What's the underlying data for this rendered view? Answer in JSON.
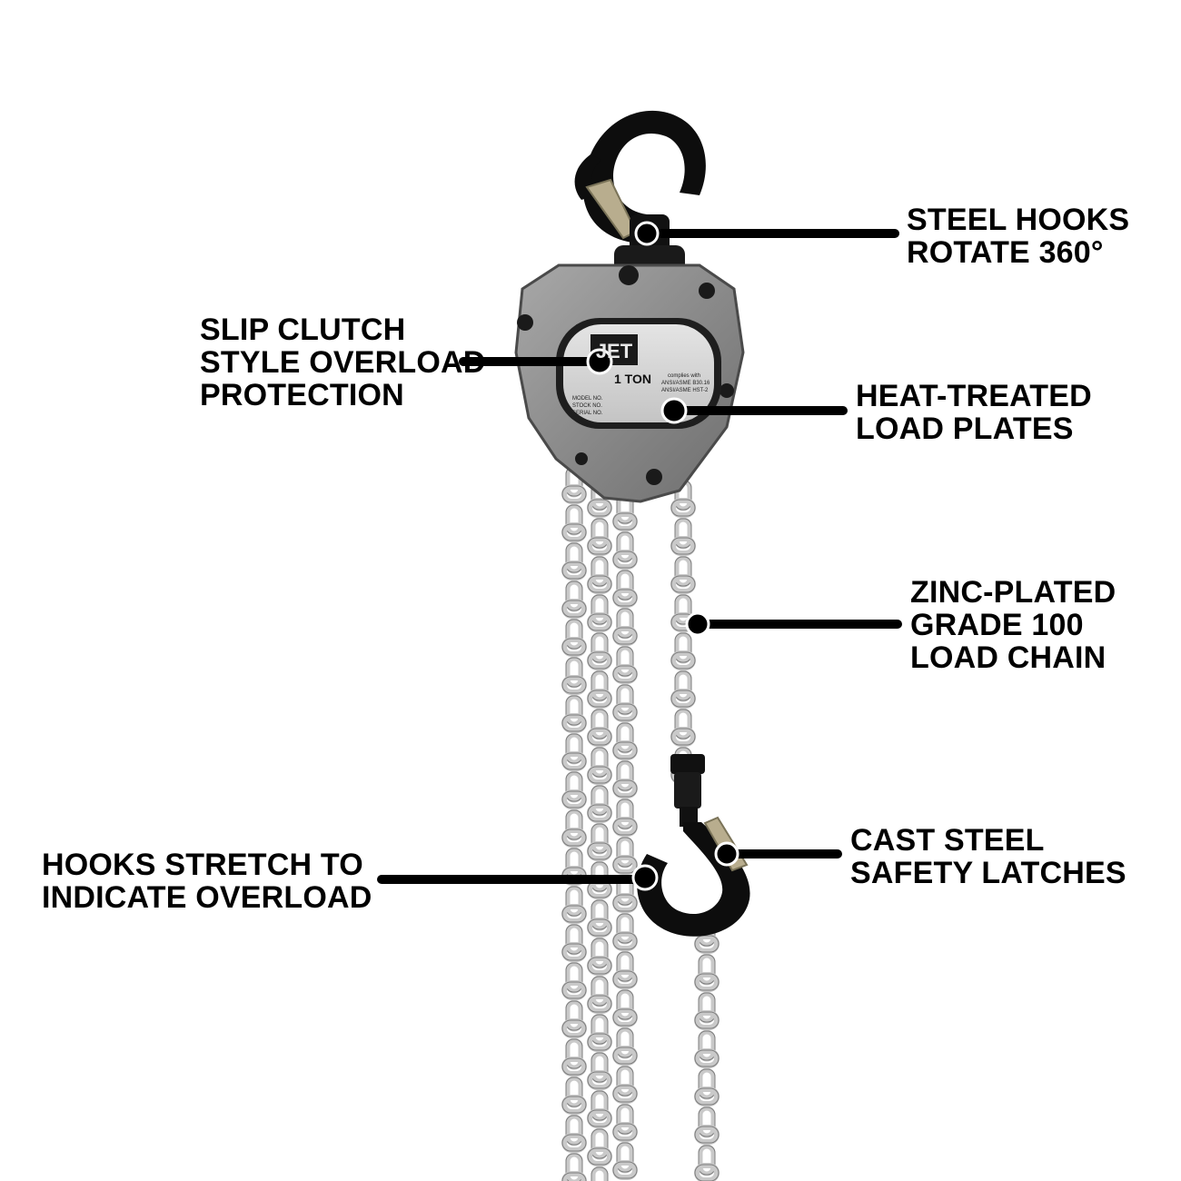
{
  "colors": {
    "background": "#ffffff",
    "callout": "#000000",
    "hook": "#0d0d0d",
    "housing": "#8c8c8c",
    "chain": "#c9c9c9",
    "latch": "#b8ad8e"
  },
  "product": {
    "brand": "JET",
    "capacity": "1 TON",
    "plate_lines": [
      "MODEL NO.",
      "STOCK NO.",
      "SERIAL NO."
    ],
    "compliance_lines": [
      "complies with",
      "ANSI/ASME B30.16",
      "ANSI/ASME HST-2"
    ]
  },
  "callouts": [
    {
      "id": "steel-hooks",
      "lines": [
        "STEEL HOOKS",
        "ROTATE 360°"
      ]
    },
    {
      "id": "slip-clutch",
      "lines": [
        "SLIP CLUTCH",
        "STYLE OVERLOAD",
        "PROTECTION"
      ]
    },
    {
      "id": "heat-treated",
      "lines": [
        "HEAT-TREATED",
        "LOAD PLATES"
      ]
    },
    {
      "id": "zinc-plated",
      "lines": [
        "ZINC-PLATED",
        "GRADE 100",
        "LOAD CHAIN"
      ]
    },
    {
      "id": "cast-steel",
      "lines": [
        "CAST STEEL",
        "SAFETY LATCHES"
      ]
    },
    {
      "id": "hooks-stretch",
      "lines": [
        "HOOKS STRETCH TO",
        "INDICATE OVERLOAD"
      ]
    }
  ]
}
